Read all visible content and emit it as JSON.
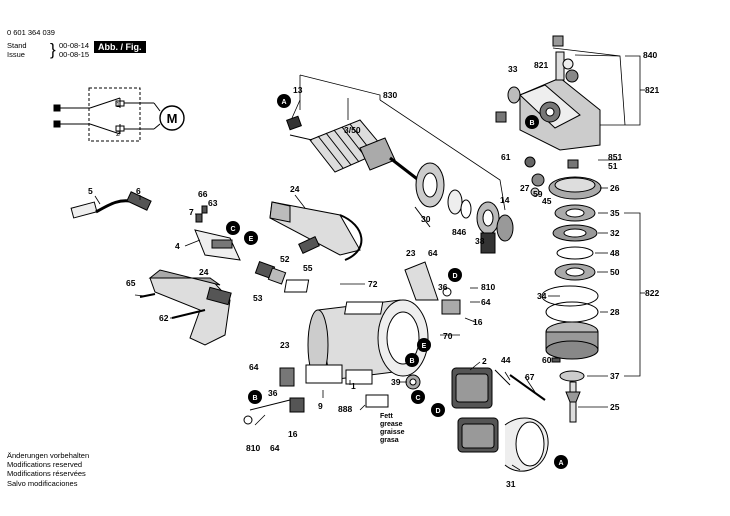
{
  "header": {
    "doc_number": "0 601 364 039",
    "stand_label": "Stand",
    "issue_label": "Issue",
    "stand_date": "00-08-14",
    "issue_date": "00-08-15",
    "fig_label": "Abb. / Fig."
  },
  "footer_notes": [
    "Änderungen vorbehalten",
    "Modifications reserved",
    "Modifications réservées",
    "Salvo modificaciones"
  ],
  "grease_note": [
    "Fett",
    "grease",
    "graisse",
    "grasa"
  ],
  "motor_symbol": "M",
  "switch_terminals": [
    "1",
    "2"
  ],
  "part_labels": {
    "p840": "840",
    "p821": "821",
    "p851": "851",
    "p51": "51",
    "p33": "33",
    "p821b": "821",
    "p830": "830",
    "p13": "13",
    "p3_50": "3/50",
    "p61": "61",
    "p27": "27",
    "p59": "59",
    "p45": "45",
    "p26": "26",
    "p35": "35",
    "p32": "32",
    "p48": "48",
    "p50": "50",
    "p822": "822",
    "p34": "34",
    "p28": "28",
    "p60": "60",
    "p37": "37",
    "p25": "25",
    "p30": "30",
    "p846": "846",
    "p38": "38",
    "p14": "14",
    "p5": "5",
    "p6": "6",
    "p66": "66",
    "p63": "63",
    "p7": "7",
    "p24a": "24",
    "p4": "4",
    "p52": "52",
    "p55": "55",
    "p53": "53",
    "p65": "65",
    "p24b": "24",
    "p62": "62",
    "p23a": "23",
    "p64a": "64",
    "p36a": "36",
    "p810a": "810",
    "p64b": "64",
    "p16a": "16",
    "p72": "72",
    "p70": "70",
    "p2": "2",
    "p44": "44",
    "p67": "67",
    "p23b": "23",
    "p64c": "64",
    "p36b": "36",
    "p1": "1",
    "p39": "39",
    "p9": "9",
    "p888": "888",
    "p810b": "810",
    "p64d": "64",
    "p16b": "16",
    "p31": "31"
  },
  "callouts": {
    "A1": "A",
    "B1": "B",
    "C1": "C",
    "E1": "E",
    "D1": "D",
    "E2": "E",
    "B2": "B",
    "B3": "B",
    "C2": "C",
    "D2": "D",
    "A2": "A"
  }
}
